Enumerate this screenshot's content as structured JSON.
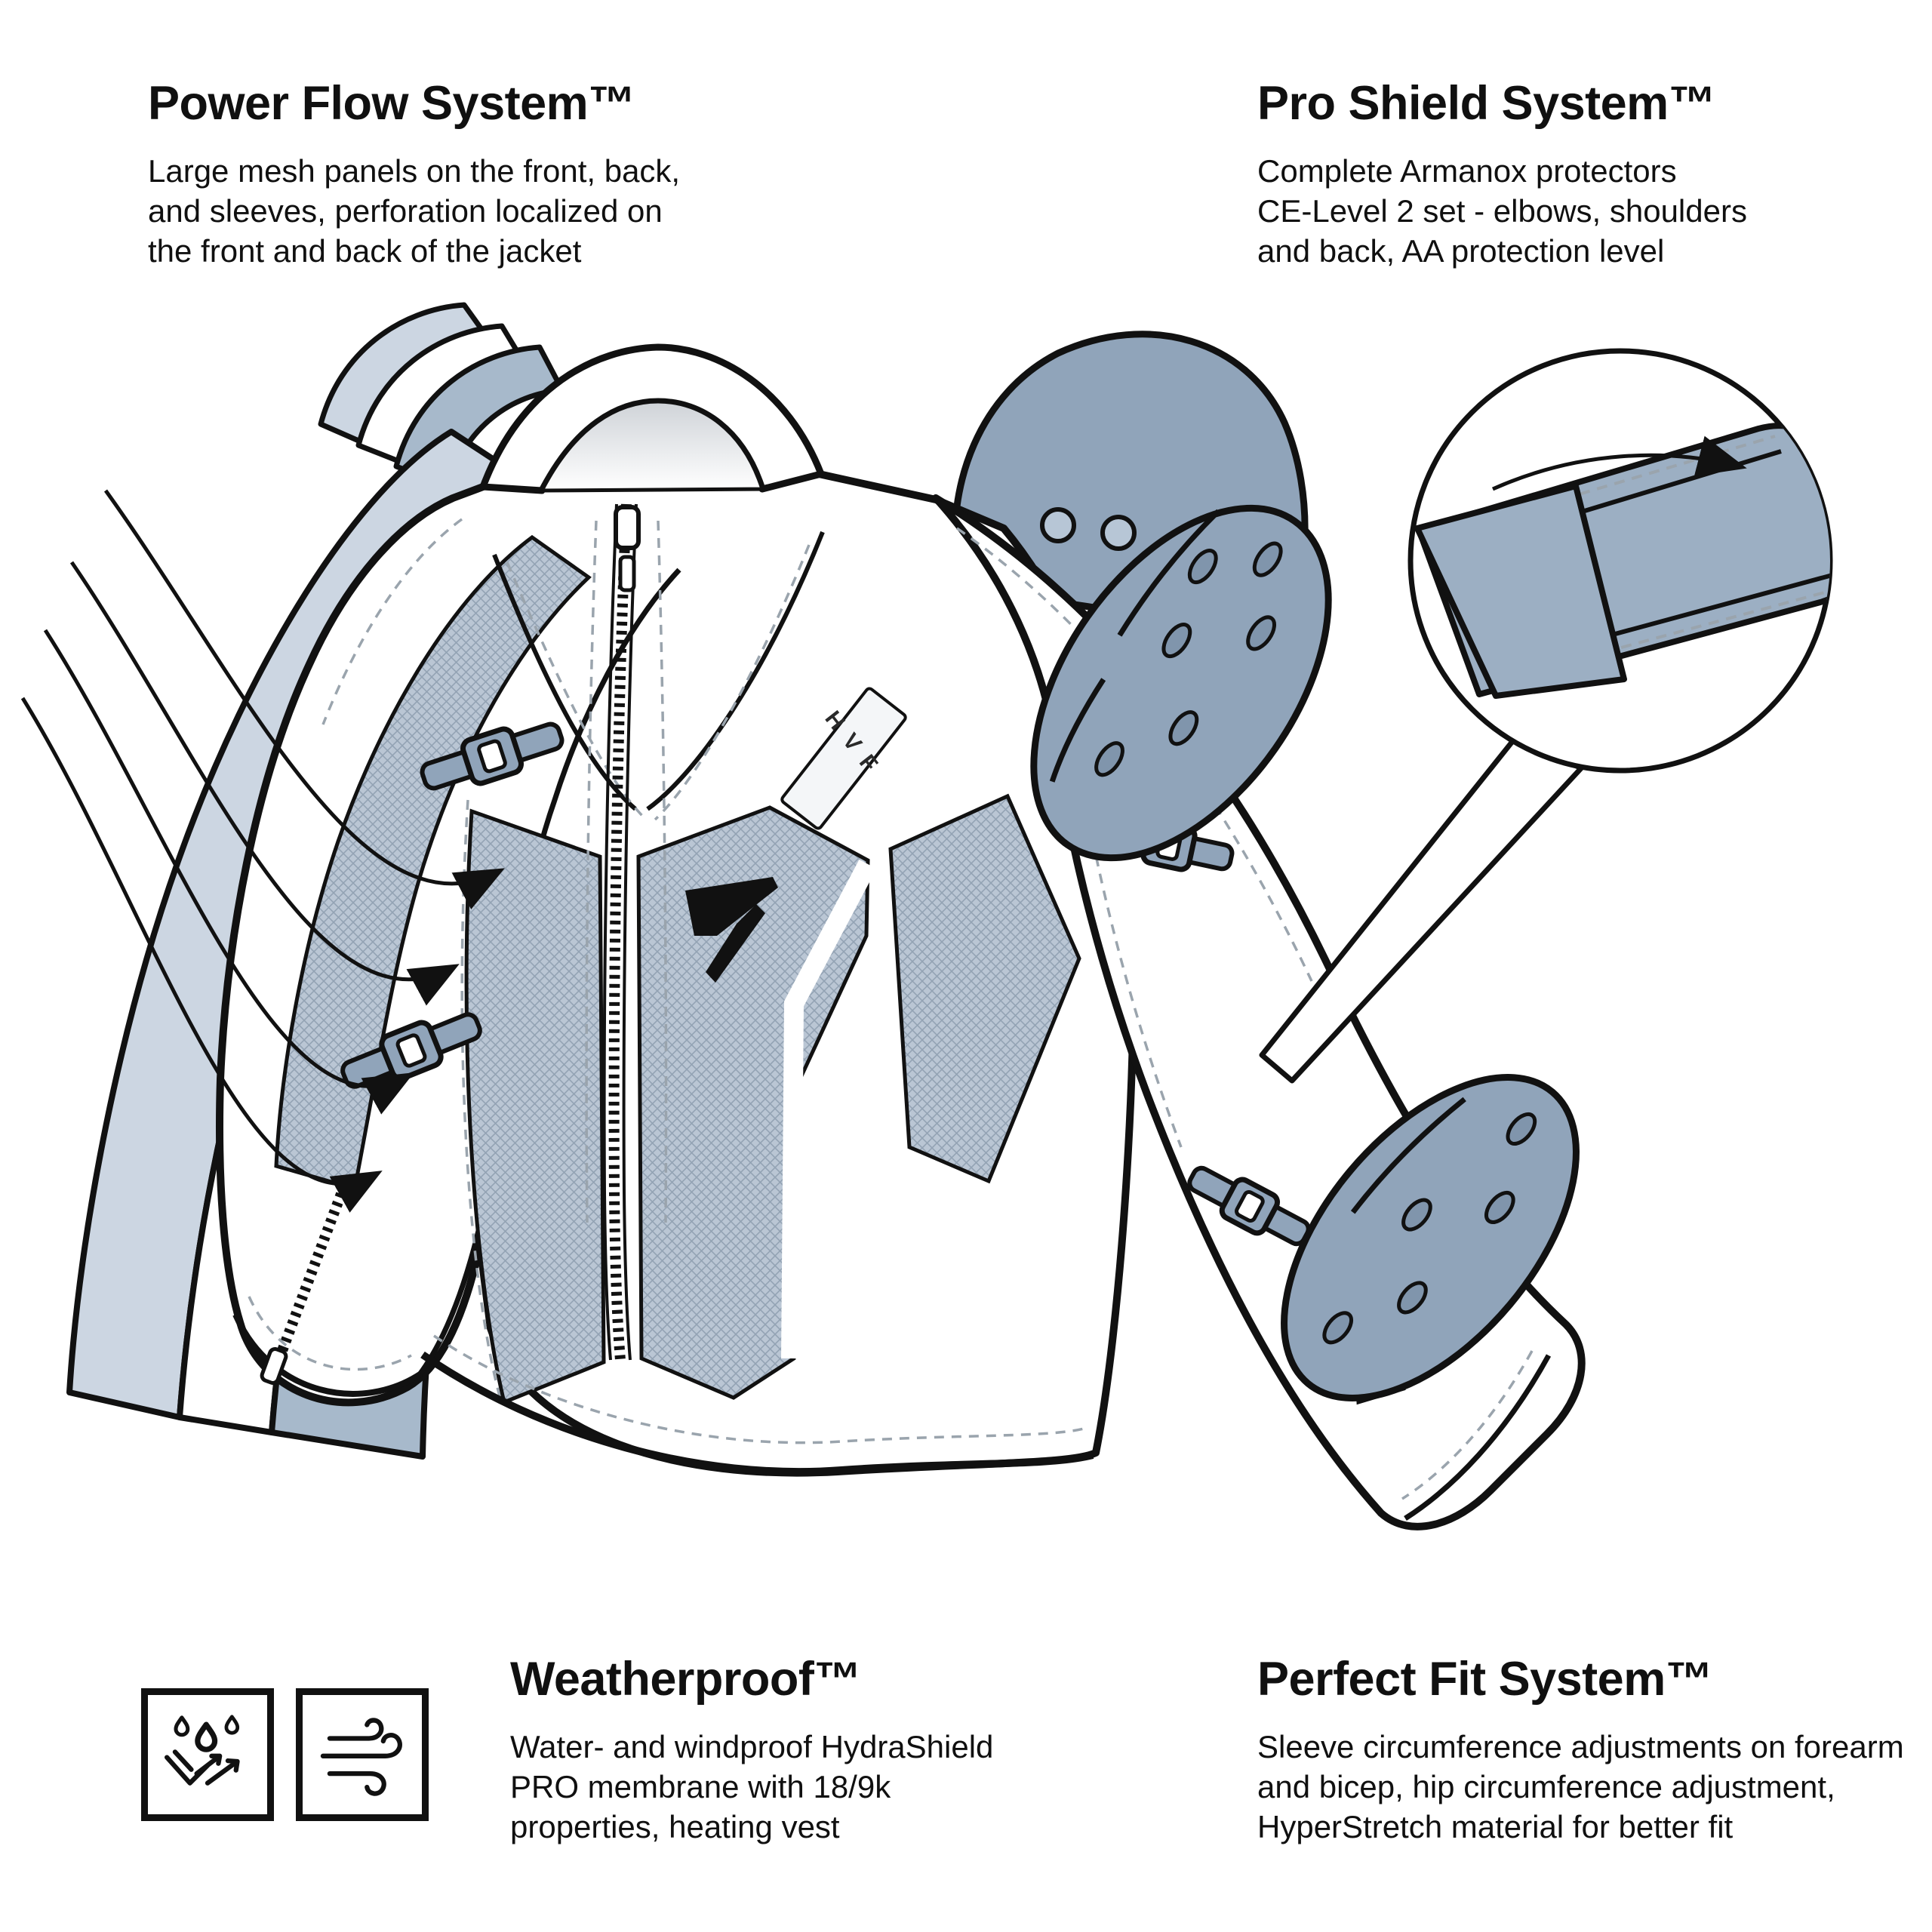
{
  "page": {
    "background": "#ffffff"
  },
  "features": {
    "power_flow": {
      "title": "Power Flow System™",
      "lines": [
        "Large mesh panels on the front, back,",
        "and sleeves, perforation localized on",
        "the front and back of the jacket"
      ]
    },
    "pro_shield": {
      "title": "Pro Shield System™",
      "lines": [
        "Complete Armanox protectors",
        "CE-Level 2 set - elbows, shoulders",
        "and back, AA protection level"
      ]
    },
    "weatherproof": {
      "title": "Weatherproof™",
      "lines": [
        "Water- and windproof HydraShield",
        "PRO membrane with 18/9k",
        "properties, heating vest"
      ]
    },
    "perfect_fit": {
      "title": "Perfect Fit System™",
      "lines": [
        "Sleeve circumference adjustments on forearm",
        "and bicep, hip circumference adjustment,",
        "HyperStretch material for better fit"
      ]
    }
  },
  "icons": [
    {
      "name": "waterproof-icon",
      "meaning": "water drops deflected by membrane"
    },
    {
      "name": "windproof-icon",
      "meaning": "wind gust lines"
    }
  ],
  "illustration": {
    "chest_label": "HVF",
    "brand_logo": "rebelhorn-mark",
    "elements": [
      "layered-shell-ribbons",
      "airflow-arrows",
      "mesh-panels",
      "front-zipper",
      "back-protector",
      "shoulder-protector",
      "elbow-protector",
      "sleeve-adjustment-straps",
      "magnifier-strap-detail"
    ]
  },
  "colors": {
    "outline": "#111111",
    "protector": "#90a4ba",
    "mesh_fill": "#bac6d4",
    "mesh_line": "#93a3b4",
    "layer_light": "#ccd6e2",
    "layer_mid": "#a7b9cb",
    "stitch": "#9aa4ad",
    "honeycomb": "#e9eef4",
    "text": "#101010"
  }
}
